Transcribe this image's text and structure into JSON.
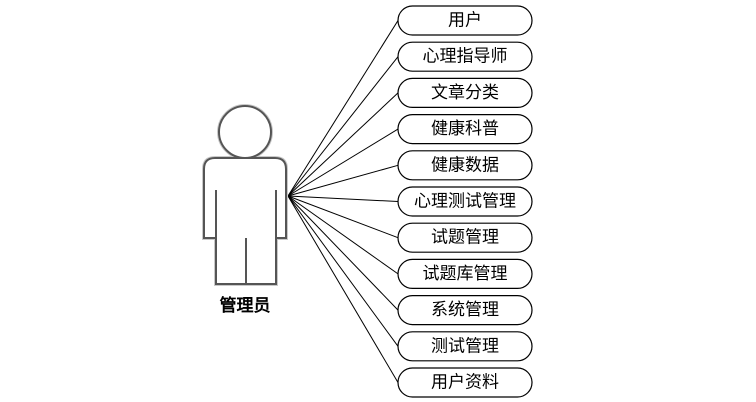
{
  "actor": {
    "label": "管理员"
  },
  "use_cases": [
    {
      "label": "用户"
    },
    {
      "label": "心理指导师"
    },
    {
      "label": "文章分类"
    },
    {
      "label": "健康科普"
    },
    {
      "label": "健康数据"
    },
    {
      "label": "心理测试管理"
    },
    {
      "label": "试题管理"
    },
    {
      "label": "试题库管理"
    },
    {
      "label": "系统管理"
    },
    {
      "label": "测试管理"
    },
    {
      "label": "用户资料"
    }
  ]
}
